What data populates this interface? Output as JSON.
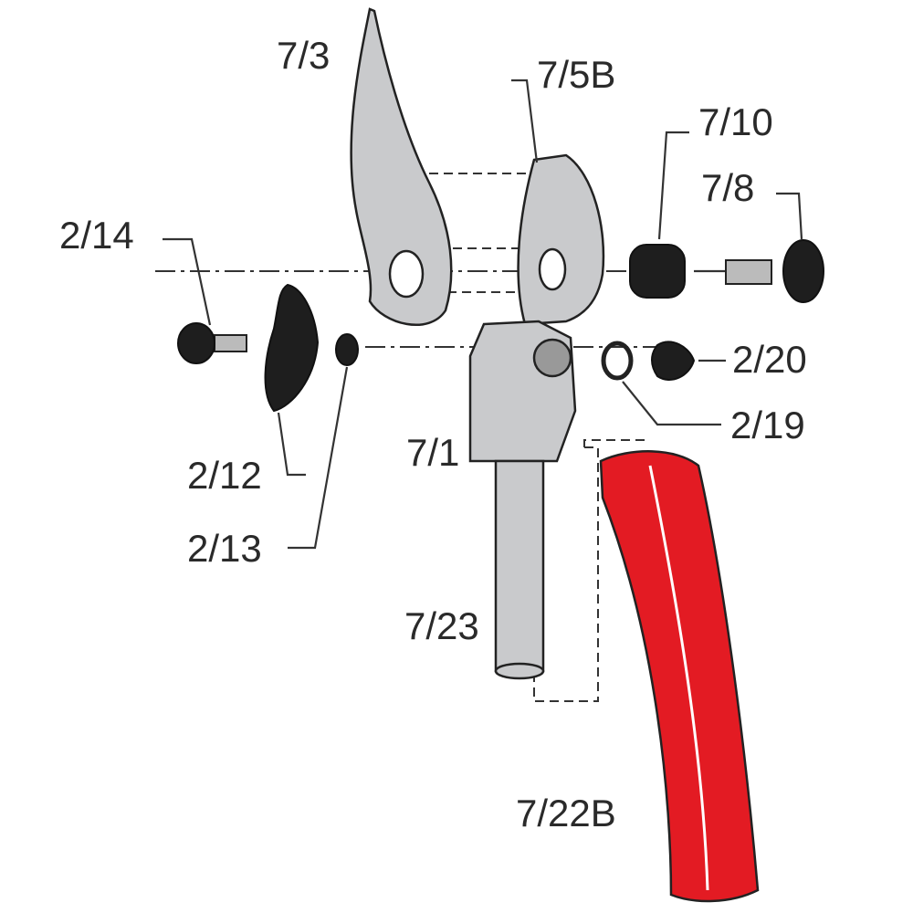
{
  "diagram": {
    "parts": [
      {
        "id": "blade",
        "label": "7/3"
      },
      {
        "id": "anvil",
        "label": "7/5B"
      },
      {
        "id": "bushing",
        "label": "7/10"
      },
      {
        "id": "pivot-bolt",
        "label": "7/8"
      },
      {
        "id": "screw",
        "label": "2/14"
      },
      {
        "id": "adjusting-plate",
        "label": "2/12"
      },
      {
        "id": "washer",
        "label": "2/13"
      },
      {
        "id": "cap",
        "label": "2/20"
      },
      {
        "id": "ring",
        "label": "2/19"
      },
      {
        "id": "lower-handle-body",
        "label": "7/1"
      },
      {
        "id": "handle-rod",
        "label": "7/23"
      },
      {
        "id": "red-handle-grip",
        "label": "7/22B"
      }
    ],
    "colors": {
      "handle": "#e31b23",
      "metal": "#c9cacc",
      "dark": "#1e1e1e"
    }
  }
}
